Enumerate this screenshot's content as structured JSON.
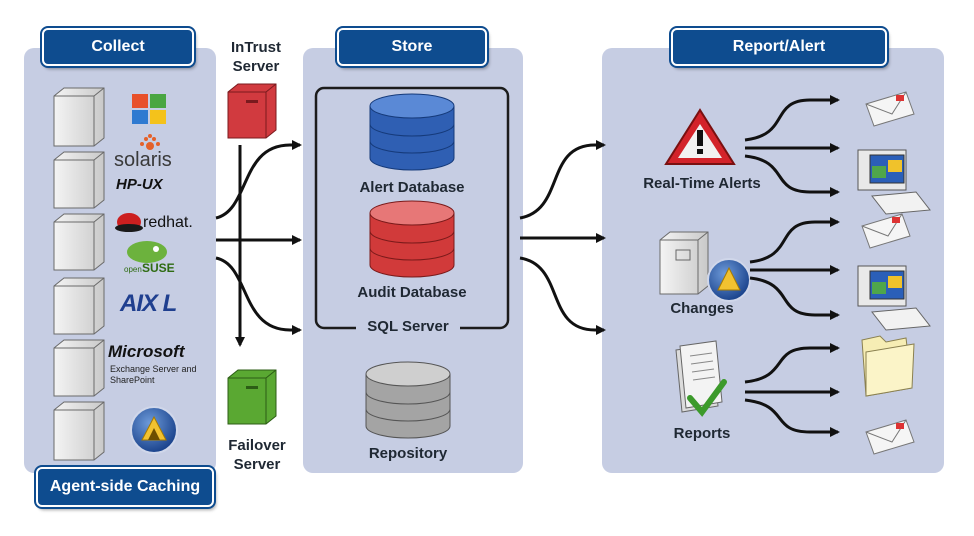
{
  "headers": {
    "collect": "Collect",
    "store": "Store",
    "report_alert": "Report/Alert",
    "agent_caching": "Agent-side Caching"
  },
  "intrust_server": {
    "line1": "InTrust",
    "line2": "Server"
  },
  "failover_server": {
    "line1": "Failover",
    "line2": "Server"
  },
  "store": {
    "alert_db": "Alert Database",
    "audit_db": "Audit Database",
    "sql_server": "SQL Server",
    "repository": "Repository"
  },
  "report": {
    "realtime_alerts": "Real-Time Alerts",
    "changes": "Changes",
    "reports": "Reports"
  },
  "platforms": {
    "solaris": "solaris",
    "hpux": "HP-UX",
    "redhat": "redhat.",
    "opensuse": "SUSE",
    "opensuse_prefix": "open",
    "aix": "AIX L",
    "microsoft": "Microsoft",
    "microsoft_sub1": "Exchange Server and",
    "microsoft_sub2": "SharePoint"
  },
  "colors": {
    "panel": "#c6cde3",
    "header": "#0e4c8f",
    "alert_db": "#2f5fb3",
    "audit_db": "#d13a3a",
    "repository": "#9e9e9e",
    "intrust": "#c8323a",
    "failover": "#4f9a2d"
  }
}
